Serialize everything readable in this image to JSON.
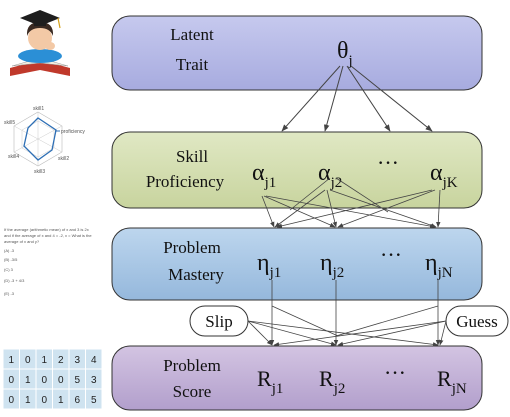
{
  "layers": {
    "latent": {
      "label_line1": "Latent",
      "label_line2": "Trait",
      "node": "θ",
      "node_sub": "j"
    },
    "skill": {
      "label_line1": "Skill",
      "label_line2": "Proficiency",
      "nodes": [
        {
          "sym": "α",
          "sub": "j1"
        },
        {
          "sym": "α",
          "sub": "j2"
        },
        {
          "sym": "α",
          "sub": "jK"
        }
      ],
      "ellipsis": "···"
    },
    "mastery": {
      "label_line1": "Problem",
      "label_line2": "Mastery",
      "nodes": [
        {
          "sym": "η",
          "sub": "j1"
        },
        {
          "sym": "η",
          "sub": "j2"
        },
        {
          "sym": "η",
          "sub": "jN"
        }
      ],
      "ellipsis": "···"
    },
    "score": {
      "label_line1": "Problem",
      "label_line2": "Score",
      "nodes": [
        {
          "sym": "R",
          "sub": "j1"
        },
        {
          "sym": "R",
          "sub": "j2"
        },
        {
          "sym": "R",
          "sub": "jN"
        }
      ],
      "ellipsis": "···"
    }
  },
  "side_nodes": {
    "slip": "Slip",
    "guess": "Guess"
  },
  "radar": {
    "axes": [
      "skill1",
      "proficiency",
      "skill2",
      "skill3",
      "skill4",
      "skill5"
    ]
  },
  "problem_text": [
    "If the average (arithmetic mean) of x and 3 is 2x",
    "and if the average of x and 4 = -2, x = What is the",
    "average of x and y?",
    "(A) -3",
    "(B) -3/5",
    "(C) 3",
    "(D) -3 + 4/3",
    "(E) -3"
  ],
  "score_table": [
    [
      "1",
      "0",
      "1",
      "2",
      "3",
      "4"
    ],
    [
      "0",
      "1",
      "0",
      "0",
      "5",
      "3"
    ],
    [
      "0",
      "1",
      "0",
      "1",
      "6",
      "5"
    ]
  ],
  "colors": {
    "latent_fill": "#b4b8e6",
    "skill_fill": "#d3deb0",
    "mastery_fill": "#a9c7e4",
    "score_fill": "#c4b2d6",
    "box_stroke": "#333333",
    "arrow": "#444444",
    "table_fill": "#cfe3f0"
  }
}
